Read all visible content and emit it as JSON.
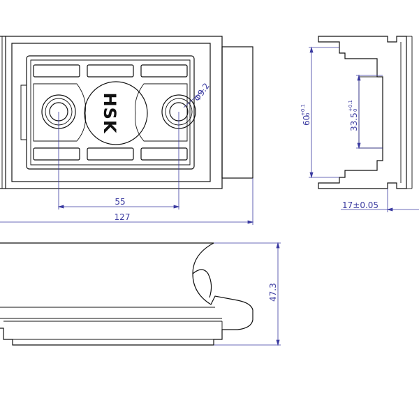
{
  "logo": {
    "text": "HSK"
  },
  "dimensions": {
    "hole_pitch": "55",
    "overall_width": "127",
    "hole_diameter": "Φ9.2",
    "height_60": {
      "value": "60",
      "upper": "+0.1",
      "lower": "0"
    },
    "height_33_5": {
      "value": "33.5",
      "upper": "+0.1",
      "lower": "0"
    },
    "depth": "17±0.05",
    "side_height": "47.3"
  },
  "colors": {
    "line": "#111111",
    "dimension": "#3a3aa0",
    "background": "#ffffff"
  }
}
